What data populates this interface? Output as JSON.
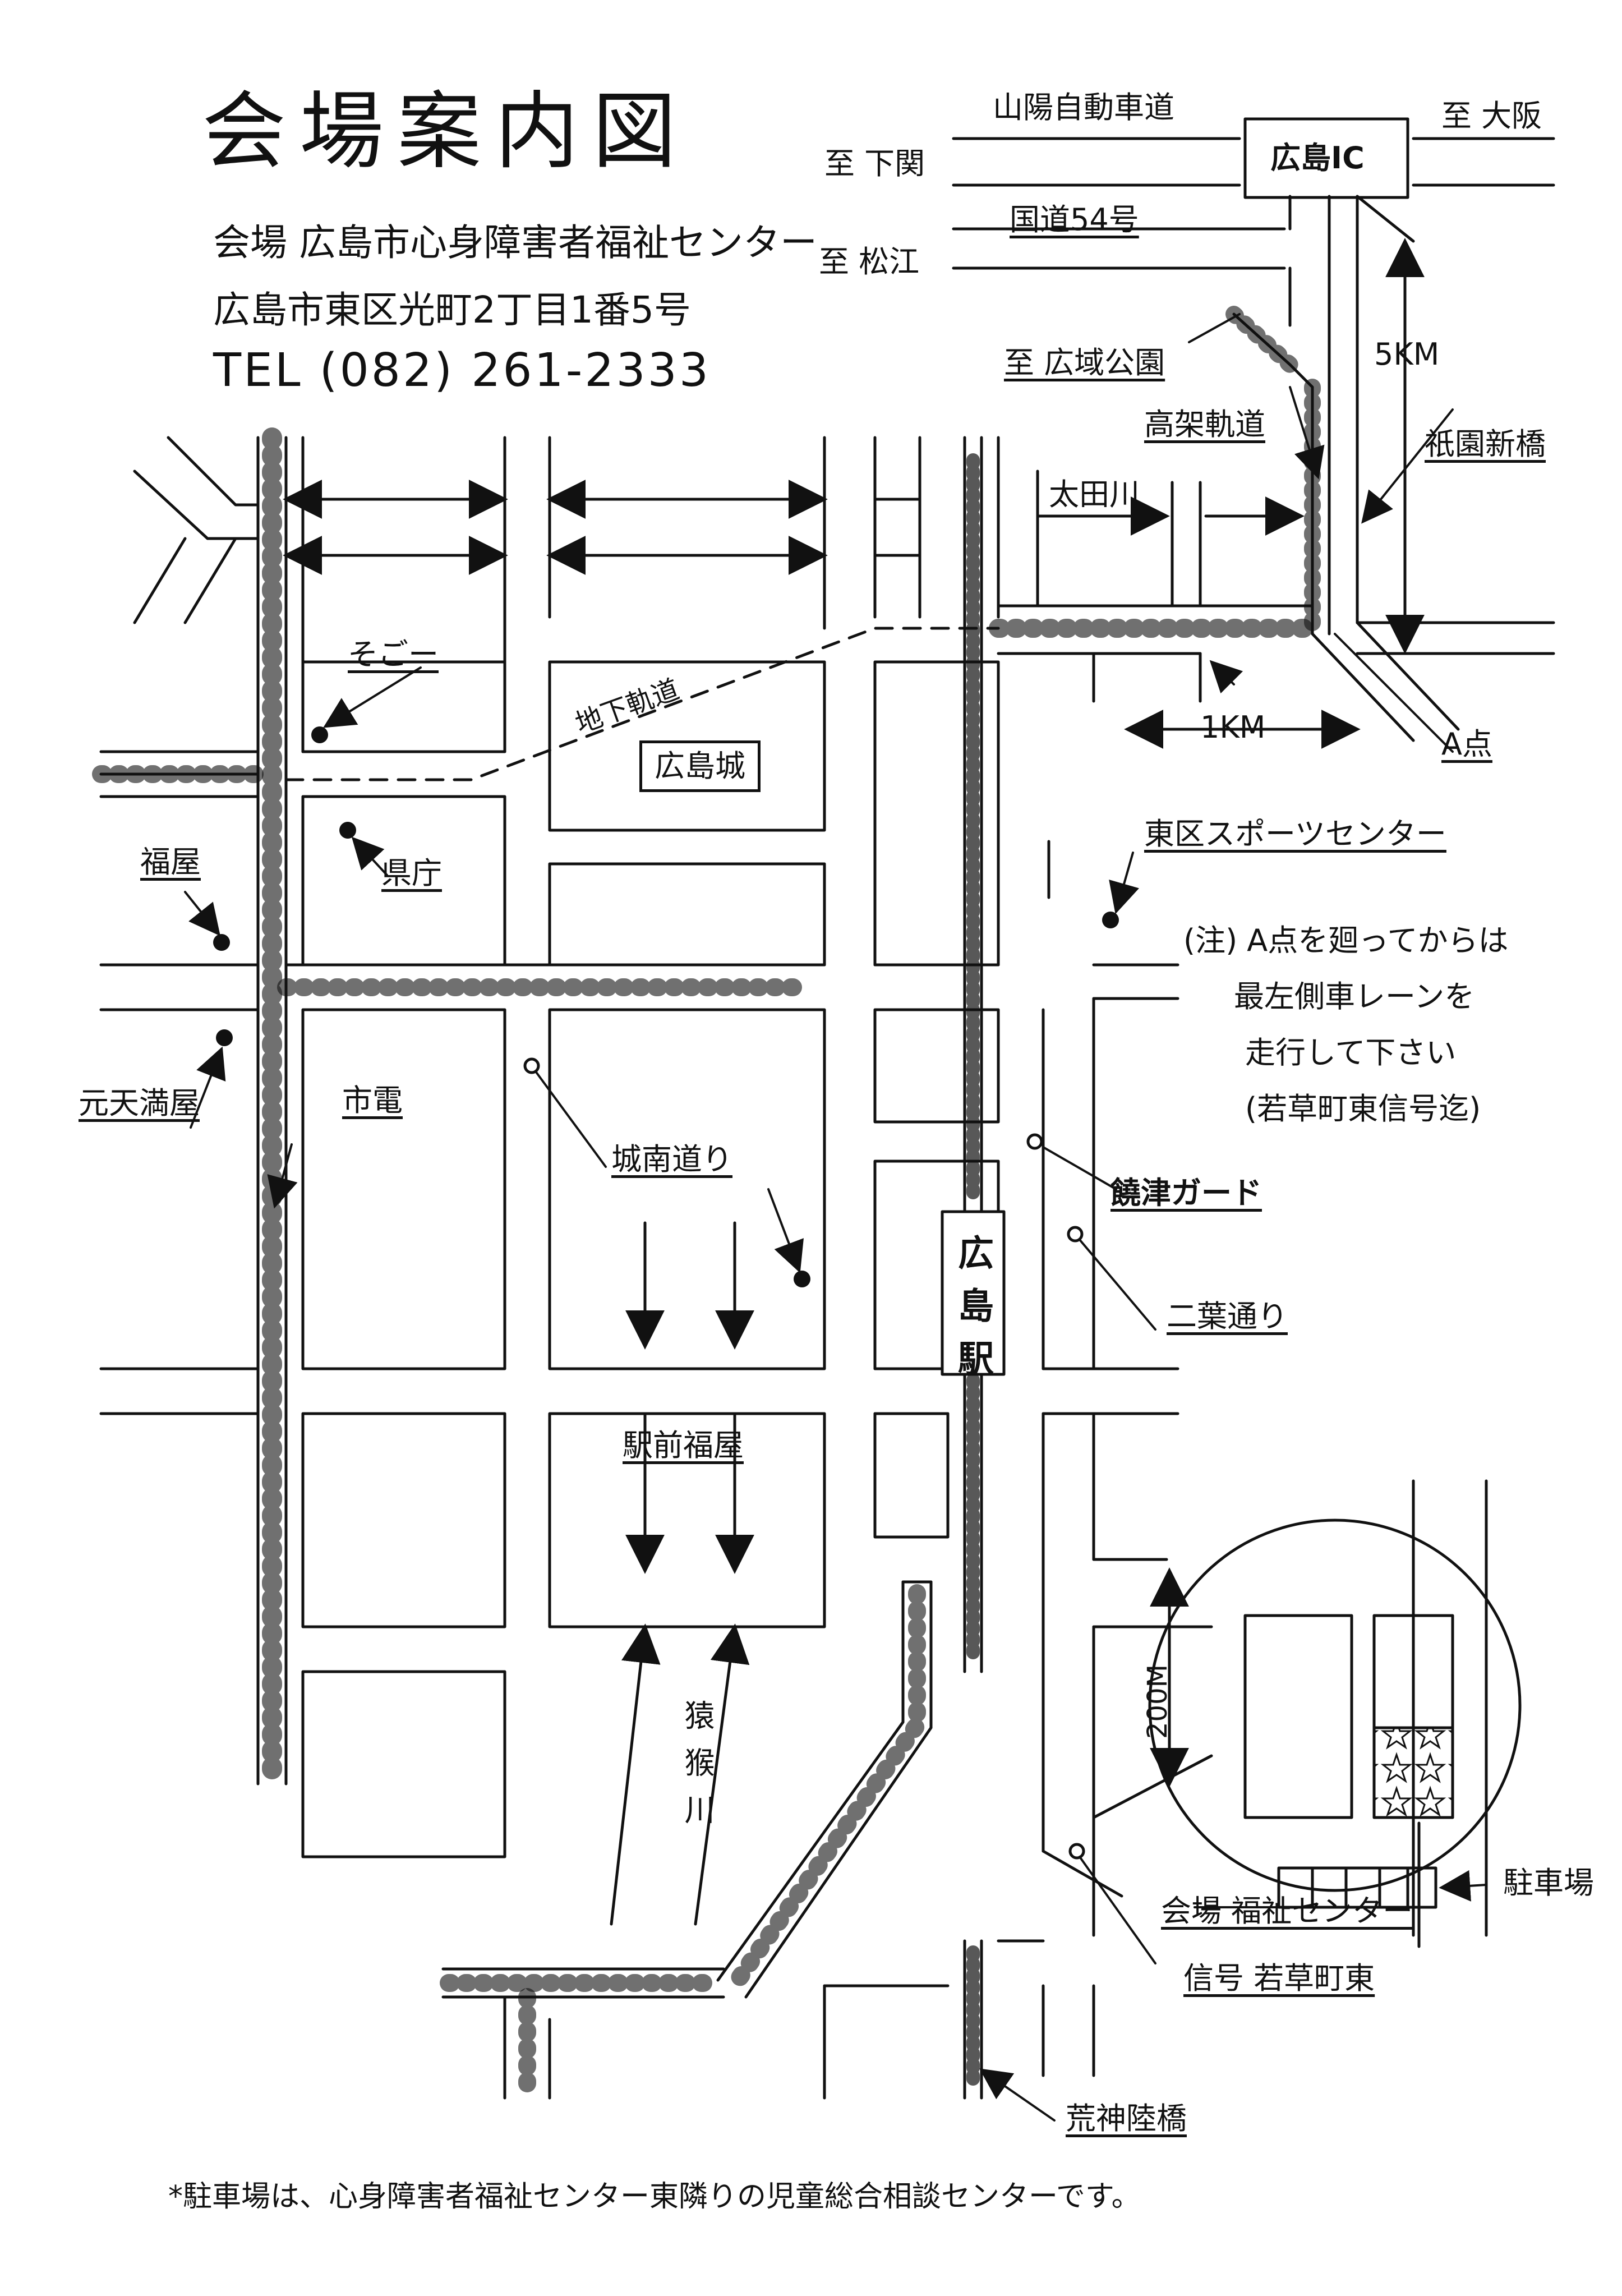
{
  "header": {
    "title": "会場案内図",
    "venue_line": "会場 広島市心身障害者福祉センター",
    "address": "広島市東区光町2丁目1番5号",
    "tel": "TEL (082) 261-2333"
  },
  "labels": {
    "sanyo_expressway": "山陽自動車道",
    "to_osaka": "至 大阪",
    "to_shimonoseki": "至 下関",
    "hiroshima_ic": "広島IC",
    "route54": "国道54号",
    "to_matsue": "至 松江",
    "to_koiki_park": "至 広域公園",
    "five_km": "5KM",
    "elevated_rail": "高架軌道",
    "gion_bridge": "祇園新橋",
    "ota_river": "太田川",
    "sogo": "そごー",
    "subway": "地下軌道",
    "hiroshima_castle": "広島城",
    "one_km": "1KM",
    "point_a": "A点",
    "fukuya": "福屋",
    "prefectural_office": "県庁",
    "higashi_sports_center": "東区スポーツセンター",
    "note_1": "(注) A点を廻ってからは",
    "note_2": "最左側車レーンを",
    "note_3": "走行して下さい",
    "note_4": "(若草町東信号迄)",
    "moto_tenmaya": "元天満屋",
    "streetcar": "市電",
    "jonan_dori": "城南道り",
    "kagamitsu_guard": "饒津ガード",
    "futaba_dori": "二葉通り",
    "ekimae_fukuya": "駅前福屋",
    "hiroshima_station": "広島駅",
    "enko_river": "猿猴川",
    "two_hundred_m": "200M",
    "parking": "駐車場",
    "venue_center": "会場 福祉センター",
    "signal_wakakusa": "信号 若草町東",
    "arakami_bridge": "荒神陸橋"
  },
  "footer": {
    "note": "*駐車場は、心身障害者福祉センター東隣りの児童総合相談センターです。"
  }
}
